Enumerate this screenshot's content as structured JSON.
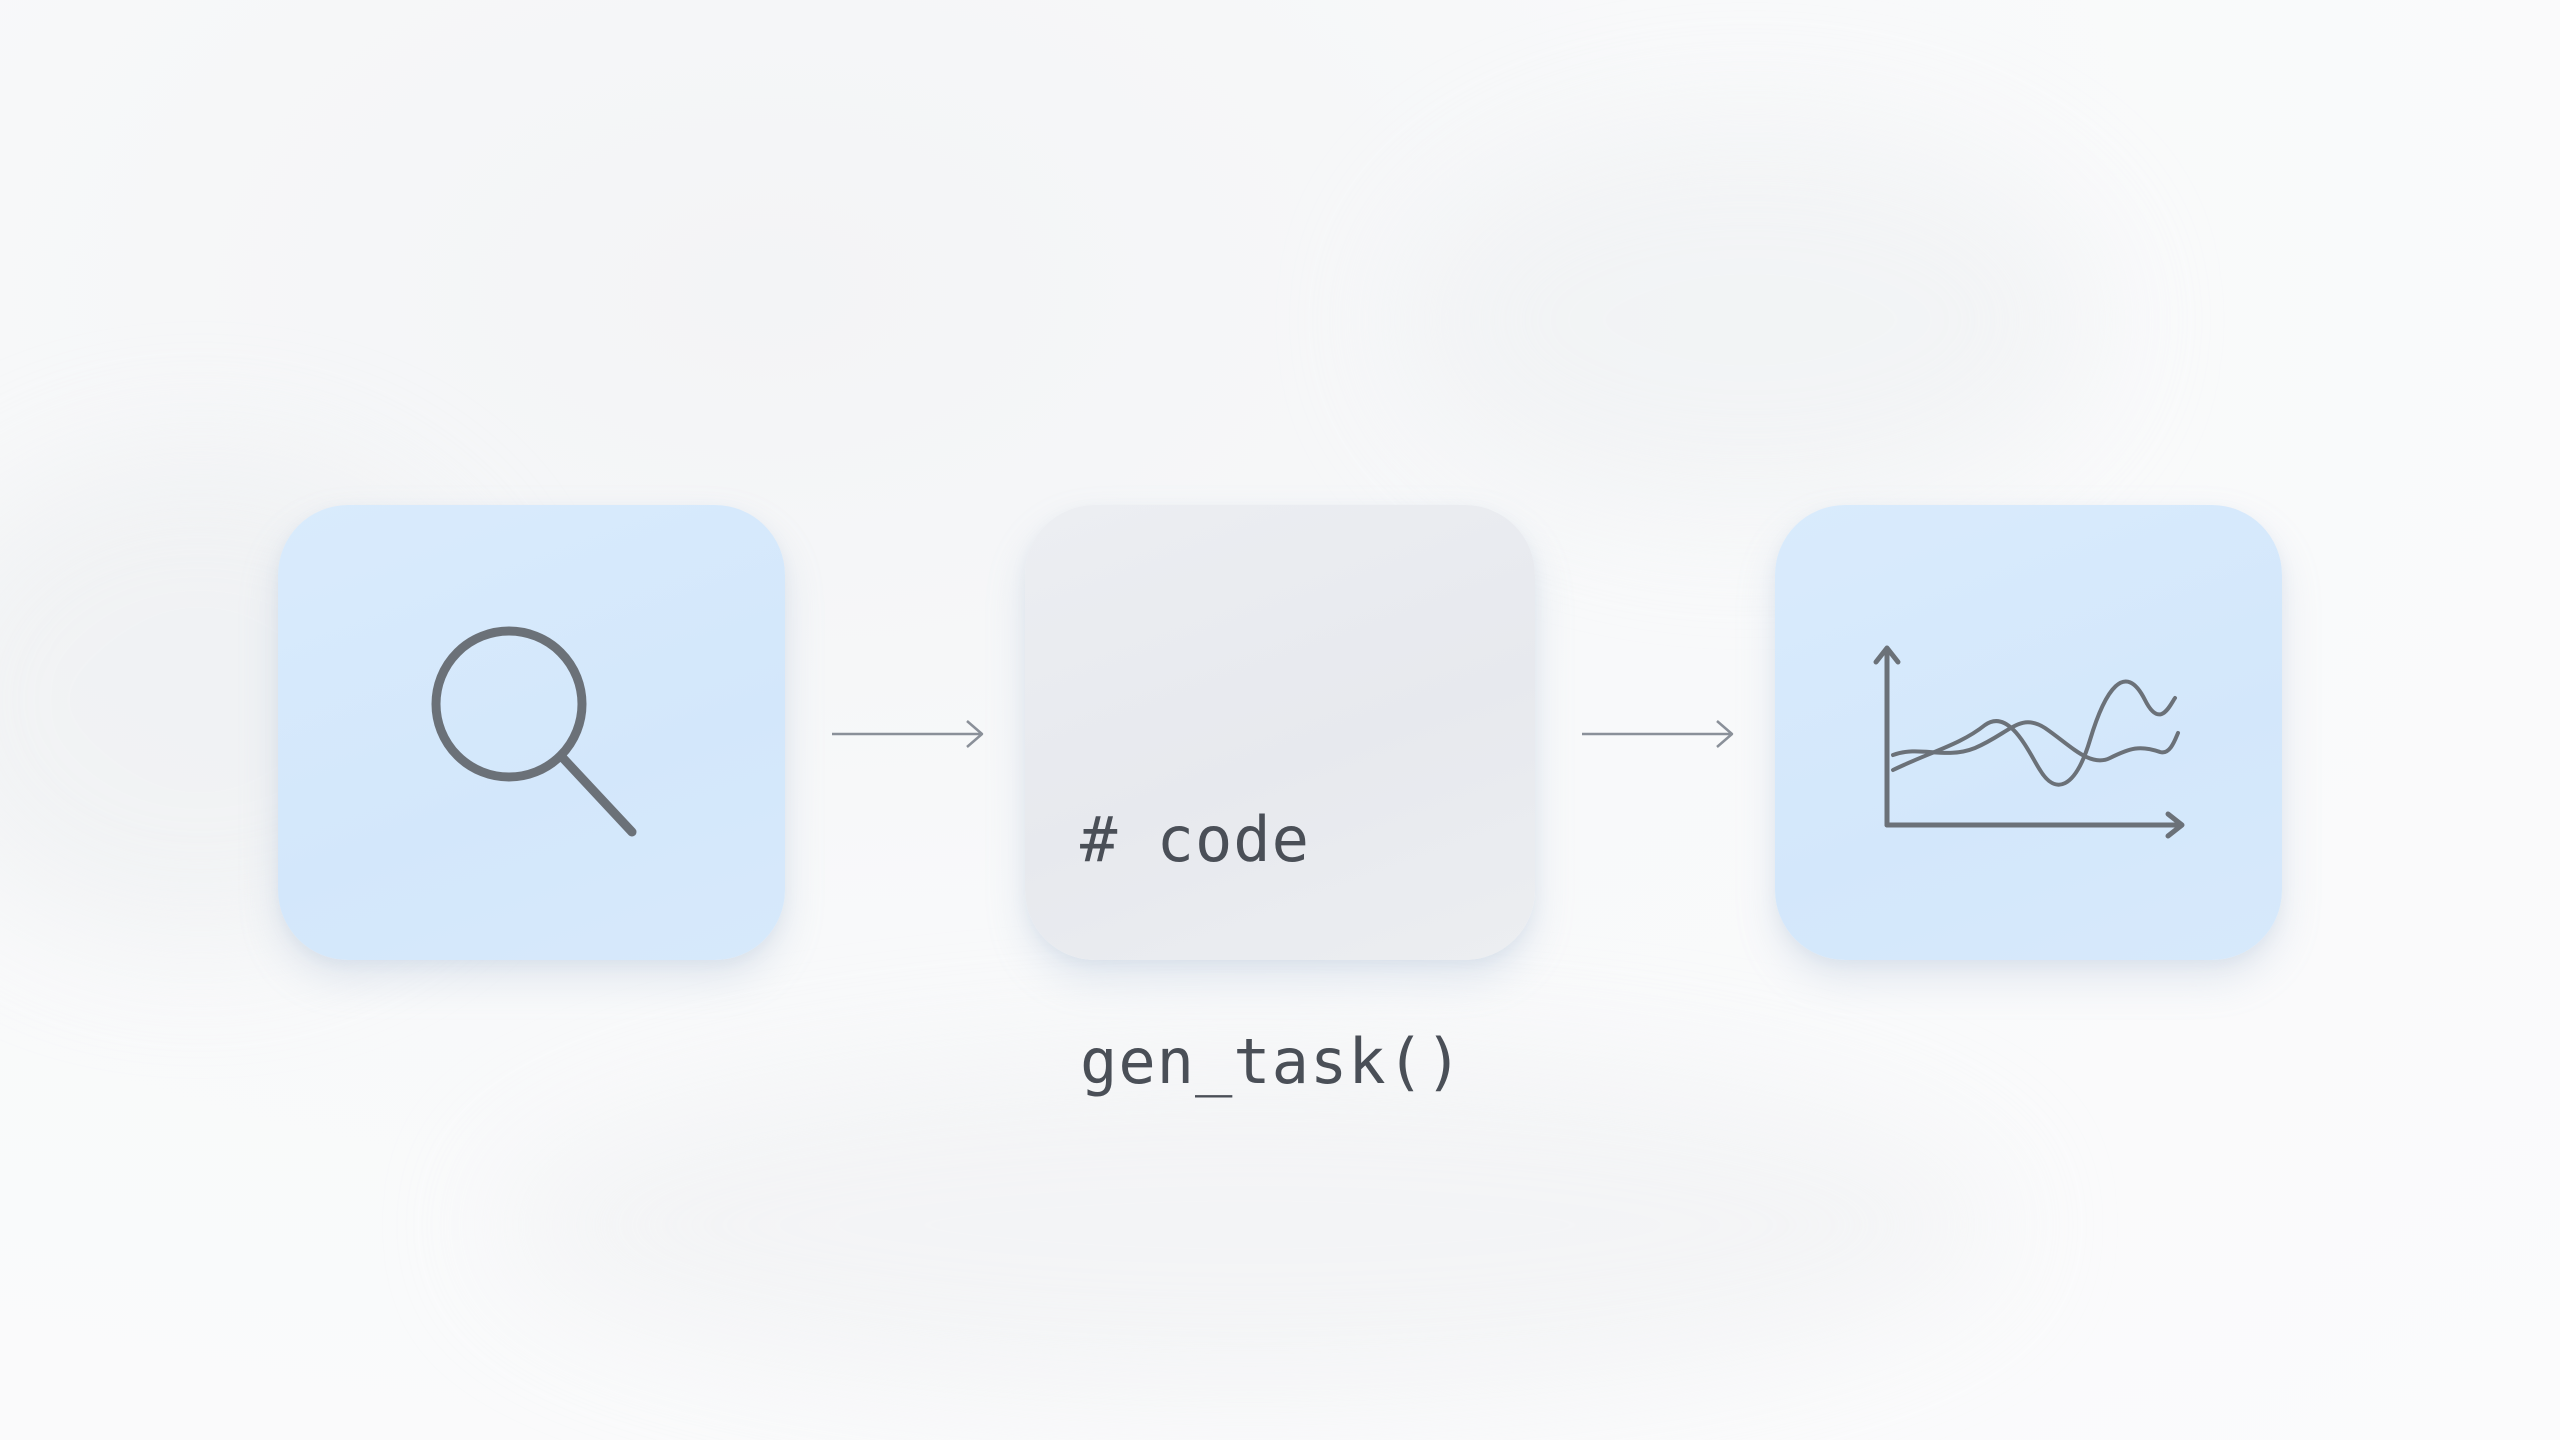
{
  "diagram": {
    "steps": [
      {
        "id": "search",
        "icon": "search-icon"
      },
      {
        "id": "code",
        "lines": [
          "# code",
          "gen_task()"
        ]
      },
      {
        "id": "chart",
        "icon": "line-chart-icon"
      }
    ],
    "connectors": [
      "arrow-right-icon",
      "arrow-right-icon"
    ],
    "colors": {
      "blue_card": "#d5e8fb",
      "grey_card": "#e9ebef",
      "stroke": "#6b7178",
      "text": "#4a4f57",
      "background": "#f8f9fa"
    }
  }
}
